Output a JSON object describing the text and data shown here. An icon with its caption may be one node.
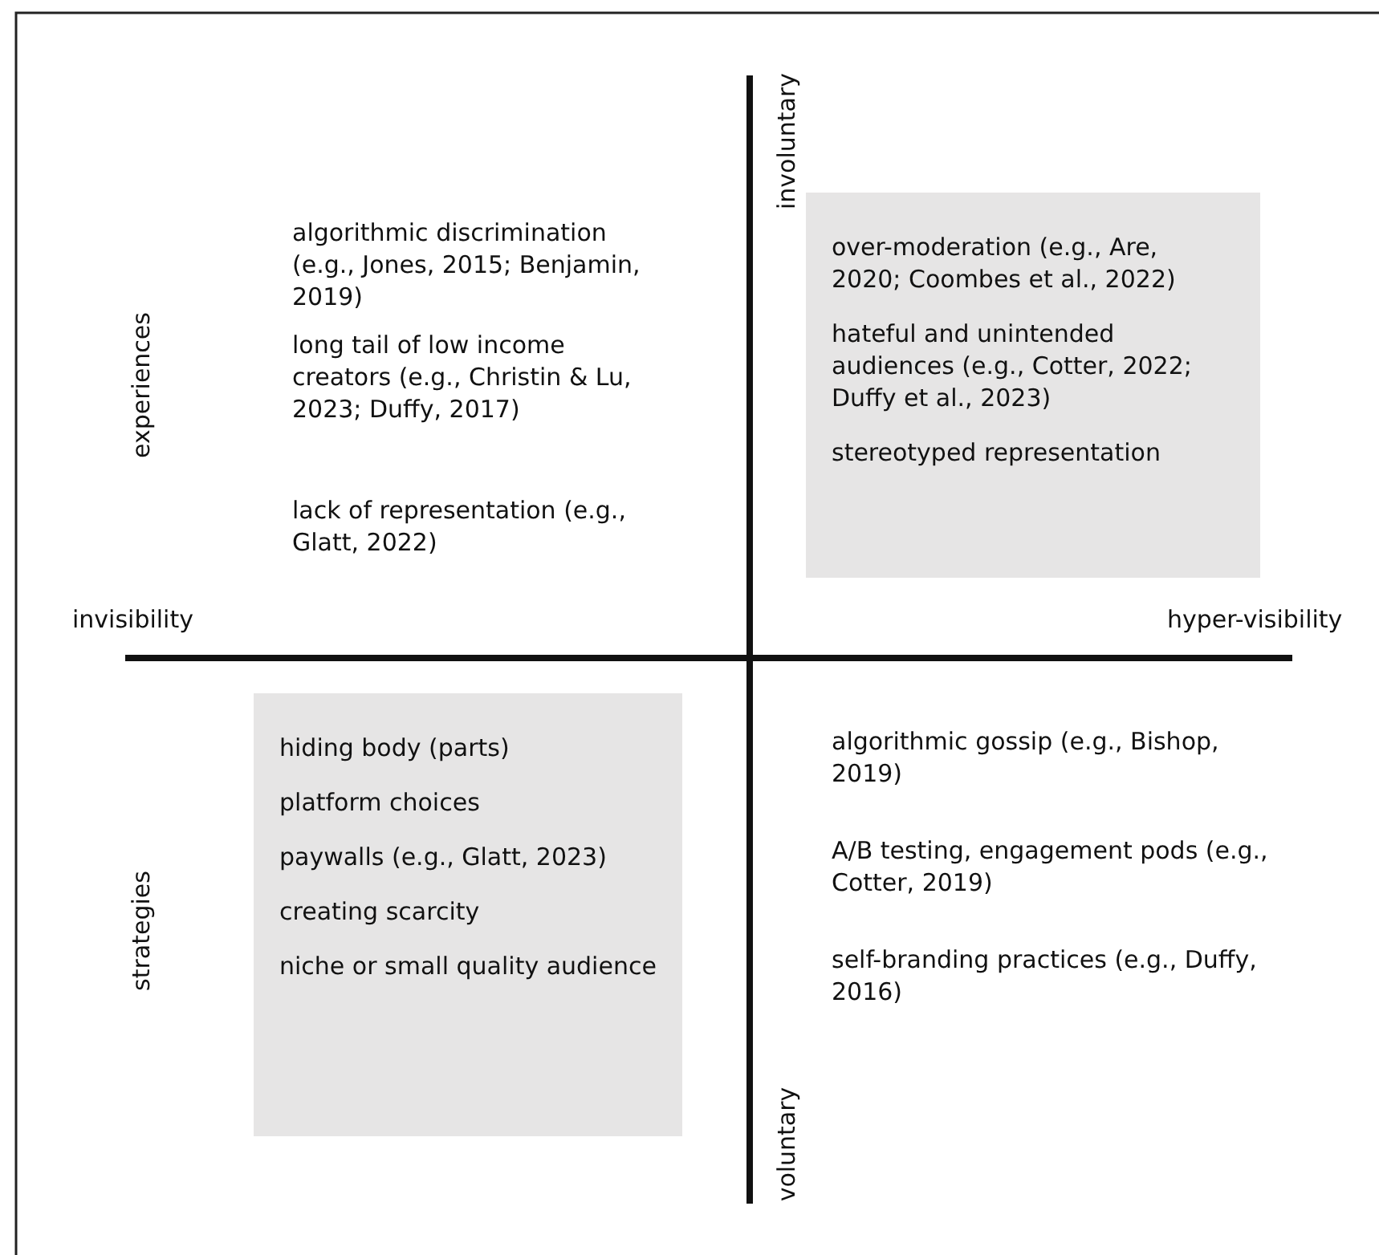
{
  "diagram": {
    "nodes": [
      {
        "text": [
          "over-moderation (e.g., Are, 2020; Coombes et al., 2022)",
          "hateful and unintended audiences (e.g., Cotter, 2022; Duffy et al., 2023)",
          "stereotyped representation"
        ]
      },
      {
        "text": [
          "hiding body (parts)",
          "platform choices",
          "paywalls (e.g., Glatt, 2023)",
          "creating scarcity",
          "niche or small quality audience"
        ]
      }
    ],
    "labels": [
      "involuntary",
      "algorithmic discrimination (e.g., Jones, 2015; Benjamin, 2019)",
      "experiences",
      "long tail of low income creators (e.g., Christin & Lu, 2023; Duffy, 2017)",
      "lack of representation (e.g., Glatt, 2022)",
      "invisibility",
      "hyper-visibility",
      "strategies",
      "algorithmic gossip (e.g., Bishop, 2019)",
      "A/B testing, engagement pods (e.g., Cotter, 2019)",
      "self-branding practices (e.g., Duffy, 2016)",
      "voluntary"
    ]
  }
}
